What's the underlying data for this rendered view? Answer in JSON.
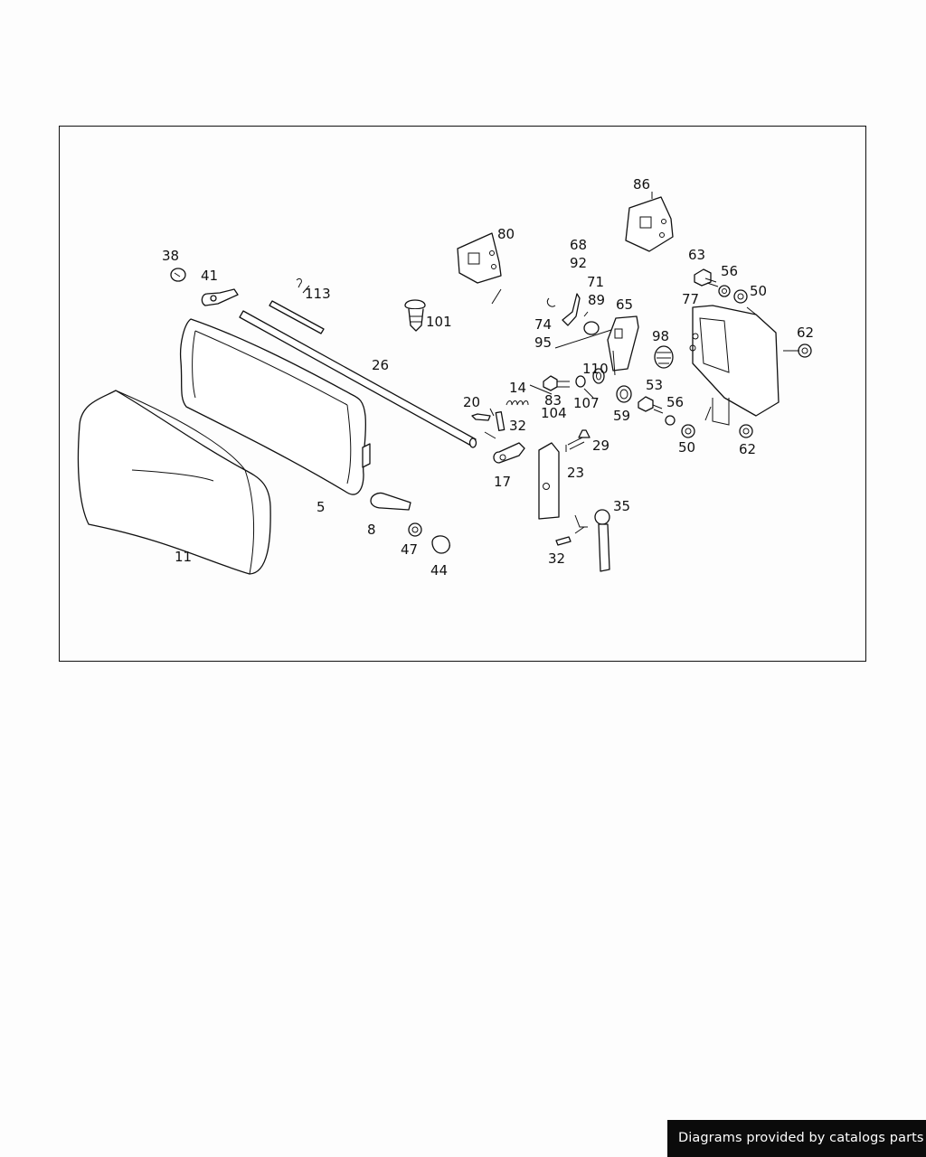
{
  "diagram": {
    "callouts": {
      "c38": "38",
      "c41": "41",
      "c113": "113",
      "c101": "101",
      "c80": "80",
      "c86": "86",
      "c68": "68",
      "c92": "92",
      "c71": "71",
      "c89": "89",
      "c74": "74",
      "c95": "95",
      "c65": "65",
      "c63": "63",
      "c56a": "56",
      "c50a": "50",
      "c77": "77",
      "c62a": "62",
      "c98": "98",
      "c110": "110",
      "c26": "26",
      "c14": "14",
      "c20": "20",
      "c32a": "32",
      "c83": "83",
      "c104": "104",
      "c107": "107",
      "c59": "59",
      "c53": "53",
      "c56b": "56",
      "c50b": "50",
      "c62b": "62",
      "c17": "17",
      "c29": "29",
      "c23": "23",
      "c5": "5",
      "c8": "8",
      "c47": "47",
      "c44": "44",
      "c11": "11",
      "c35": "35",
      "c32b": "32"
    }
  },
  "footer": {
    "credit": "Diagrams provided by catalogs parts"
  }
}
